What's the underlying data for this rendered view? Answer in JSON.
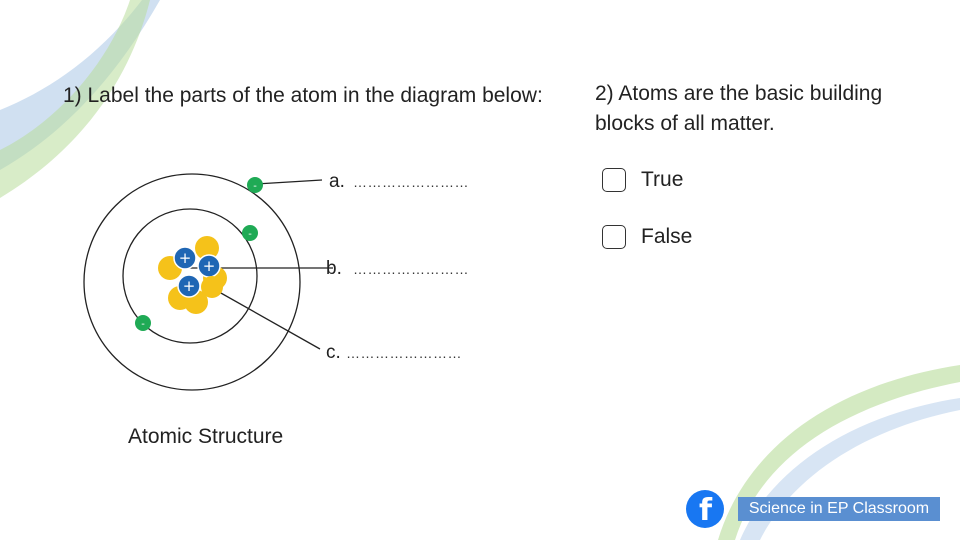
{
  "question1": {
    "text": "1) Label the parts of the atom in the diagram below:"
  },
  "diagram": {
    "labels": {
      "a": "a.",
      "b": "b.",
      "c": "c."
    },
    "blank": "……………………",
    "proton_symbol": "+",
    "electron_symbol": "-",
    "caption": "Atomic Structure",
    "colors": {
      "electron": "#1faa55",
      "proton": "#1f66b4",
      "neutron": "#f5c21a",
      "orbit": "#222222"
    }
  },
  "question2": {
    "text": "2) Atoms are the basic building blocks of all matter.",
    "options": [
      {
        "label": "True",
        "checked": false
      },
      {
        "label": "False",
        "checked": false
      }
    ]
  },
  "footer": {
    "icon": "facebook-icon",
    "icon_glyph": "f",
    "brand": "Science in EP Classroom"
  },
  "theme": {
    "decor_green": "#b8dc9a",
    "decor_blue": "#a9c6e6"
  }
}
